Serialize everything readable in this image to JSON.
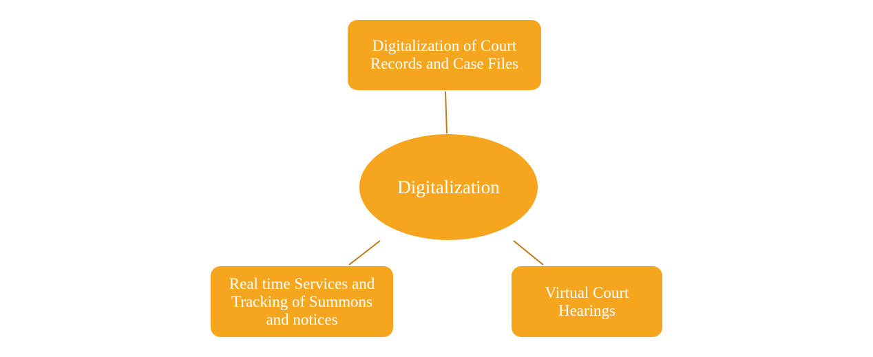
{
  "diagram": {
    "center": {
      "label": "Digitalization"
    },
    "nodes": {
      "top": {
        "label": "Digitalization  of Court\nRecords and Case Files"
      },
      "left": {
        "label": "Real time Services  and\nTracking  of Summons\nand notices"
      },
      "right": {
        "label": "Virtual  Court\nHearings"
      }
    },
    "colors": {
      "node_fill": "#F5A51E",
      "connector": "#BE7B1E",
      "text": "#FFFFFF"
    }
  }
}
